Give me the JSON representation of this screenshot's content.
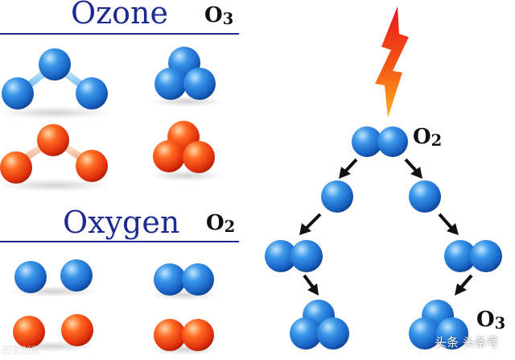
{
  "ozone_section": {
    "title": "Ozone",
    "formula_symbol": "O",
    "formula_subscript": "3"
  },
  "oxygen_section": {
    "title": "Oxygen",
    "formula_symbol": "O",
    "formula_subscript": "2"
  },
  "reaction_diagram": {
    "top_label_symbol": "O",
    "top_label_subscript": "2",
    "bottom_label_symbol": "O",
    "bottom_label_subscript": "3"
  },
  "watermark": {
    "right_text": "头条 头条号",
    "left_text": "图虫创意"
  },
  "colors": {
    "heading_blue": "#1d2b8f",
    "atom_blue": "#1a6fd0",
    "atom_red": "#e53a10",
    "bond_blue": "#8ecdf0",
    "bond_red": "#f3c6a8",
    "lightning_top": "#e8151a",
    "lightning_bottom": "#ffb020"
  }
}
